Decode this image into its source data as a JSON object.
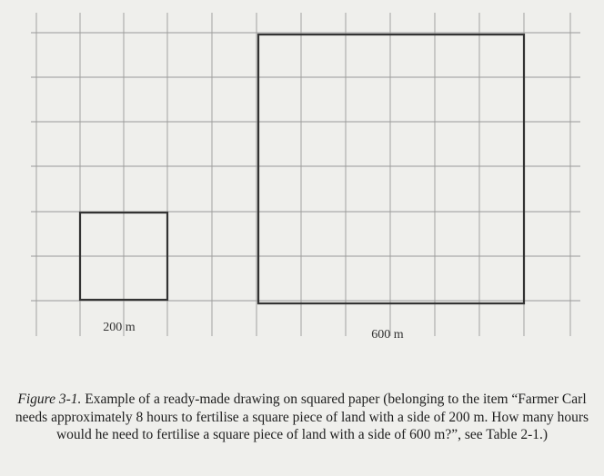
{
  "figure": {
    "small_square_label": "200 m",
    "large_square_label": "600 m"
  },
  "caption": {
    "figure_number": "Figure 3-1.",
    "text": " Example of a ready-made drawing on squared paper (belonging to the item “Farmer Carl needs approximately 8 hours to fertilise a square piece of land with a side of 200 m. How many hours would he need to fertilise a square piece of land with a side of 600 m?”, see Table 2-1.)"
  }
}
